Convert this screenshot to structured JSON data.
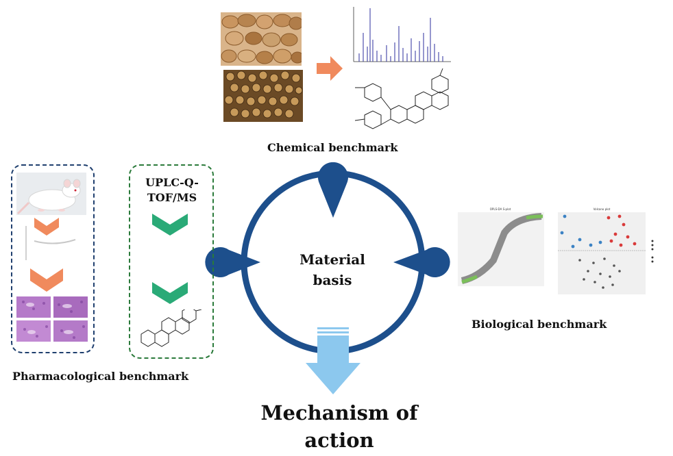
{
  "labels": {
    "chemical": "Chemical benchmark",
    "biological": "Biological benchmark",
    "pharmacological": "Pharmacological benchmark",
    "center_line1": "Material",
    "center_line2": "basis",
    "mechanism_line1": "Mechanism of",
    "mechanism_line2": "action",
    "uplc_line1": "UPLC-Q-",
    "uplc_line2": "TOF/MS"
  },
  "mini_plots": {
    "opls_title": "OPLS-DA S-plot",
    "volcano_title": "Volcano plot"
  },
  "colors": {
    "ring": "#1d4f8c",
    "salmon_arrow": "#f08a5d",
    "green_chevron": "#2aaa77",
    "down_arrow": "#8cc8ee",
    "he_stain": "#b57ac9",
    "blue_box": "#1f3f6e",
    "green_box": "#2a7a3a"
  },
  "icons": [
    "rat-photo",
    "he-stain-grid",
    "licorice-slices-photo",
    "licorice-seeds-photo",
    "mass-spectrum",
    "glycyrrhizin-structure",
    "glycyrrhetinic-acid-structure",
    "opls-splot",
    "volcano-plot"
  ]
}
